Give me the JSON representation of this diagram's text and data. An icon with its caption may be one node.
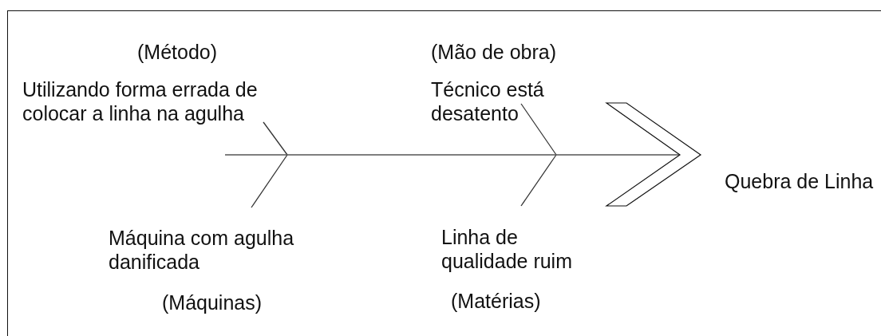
{
  "diagram": {
    "nodes": [
      {
        "text": [
          "(Método)",
          "Utilizando forma errada de colocar a linha na agulha"
        ]
      },
      {
        "text": [
          "(Mão de obra)",
          "Técnico está desatento"
        ]
      },
      {
        "text": [
          "Máquina com agulha danificada",
          "(Máquinas)"
        ]
      },
      {
        "text": [
          "Linha de qualidade ruim",
          "(Matérias)"
        ]
      },
      {
        "text": [
          "Quebra de Linha"
        ]
      }
    ],
    "edges": [
      {
        "from": null,
        "to": 4,
        "arrow": "to"
      }
    ]
  }
}
